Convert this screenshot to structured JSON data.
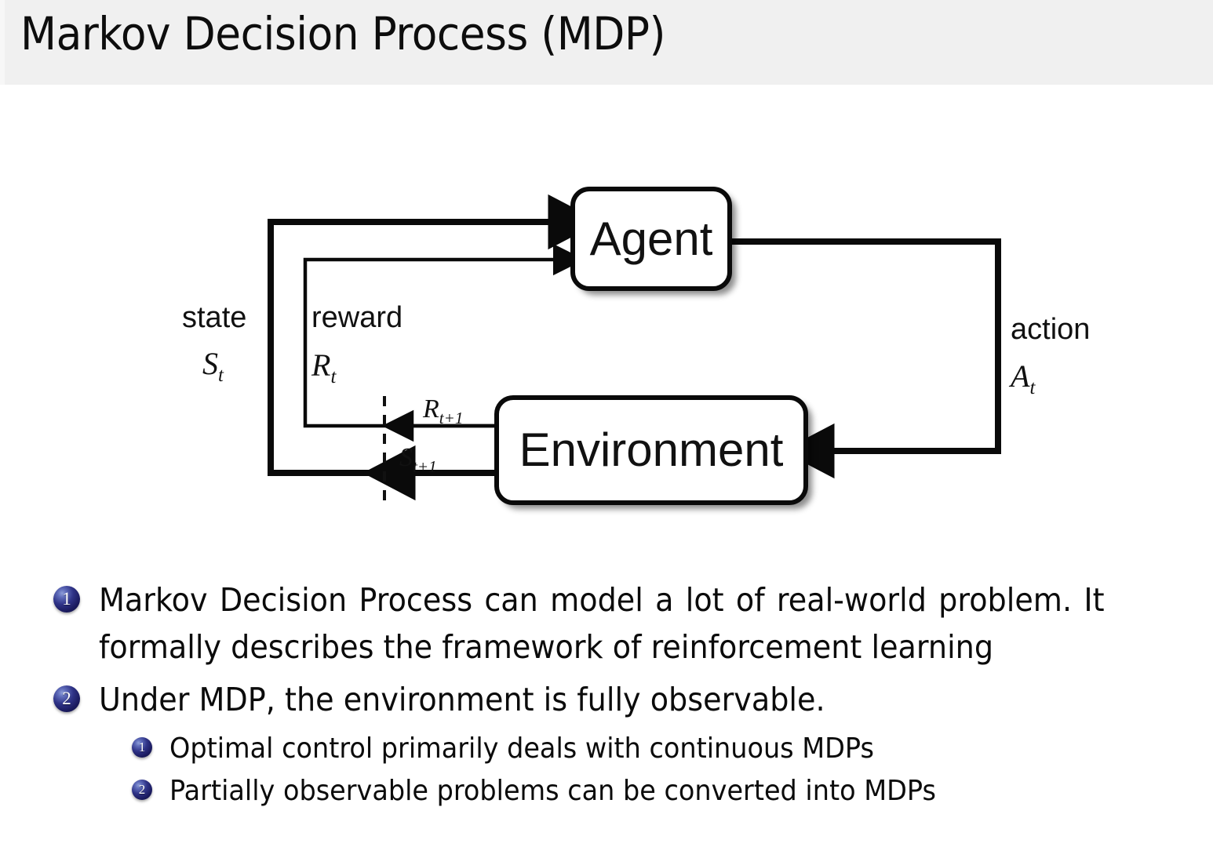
{
  "slide": {
    "title": "Markov Decision Process (MDP)",
    "header_bg": "#f0f0f0",
    "background": "#ffffff",
    "accent_color": "#1a1a5e"
  },
  "diagram": {
    "name": "agent-environment-interaction-loop",
    "nodes": [
      {
        "id": "agent",
        "label": "Agent"
      },
      {
        "id": "environment",
        "label": "Environment"
      }
    ],
    "labels": {
      "state_word": "state",
      "state_symbol": "S",
      "state_subscript": "t",
      "reward_word": "reward",
      "reward_symbol": "R",
      "reward_subscript": "t",
      "action_word": "action",
      "action_symbol": "A",
      "action_subscript": "t",
      "reward_next_symbol": "R",
      "reward_next_subscript": "t+1",
      "state_next_symbol": "S",
      "state_next_subscript": "t+1"
    }
  },
  "bullets": [
    {
      "number": "1",
      "text": "Markov Decision Process can model a lot of real-world problem. It formally describes the framework of reinforcement learning",
      "children": []
    },
    {
      "number": "2",
      "text": "Under MDP, the environment is fully observable.",
      "children": [
        {
          "number": "1",
          "text": "Optimal control primarily deals with continuous MDPs"
        },
        {
          "number": "2",
          "text": "Partially observable problems can be converted into MDPs"
        }
      ]
    }
  ]
}
